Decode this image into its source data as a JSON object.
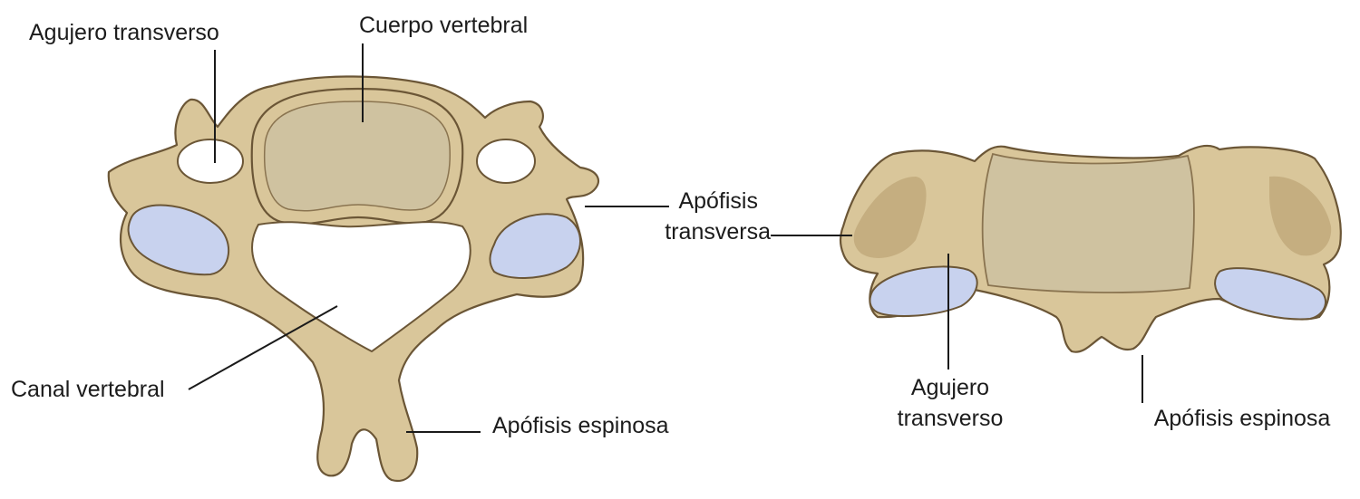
{
  "diagram": {
    "colors": {
      "bone": "#d9c69a",
      "bone_dark": "#b59b6b",
      "bone_outline": "#6b5636",
      "body_interior": "#cfc2a0",
      "cartilage": "#c8d2ee",
      "text": "#1c1c1c"
    },
    "superior_view": {
      "labels": {
        "agujero_transverso": "Agujero transverso",
        "cuerpo_vertebral": "Cuerpo vertebral",
        "apofisis_transversa_1": "Apófisis",
        "apofisis_transversa_2": "transversa",
        "canal_vertebral": "Canal vertebral",
        "apofisis_espinosa": "Apófisis espinosa"
      }
    },
    "anterior_view": {
      "labels": {
        "agujero_transverso_1": "Agujero",
        "agujero_transverso_2": "transverso",
        "apofisis_espinosa": "Apófisis espinosa"
      }
    }
  }
}
